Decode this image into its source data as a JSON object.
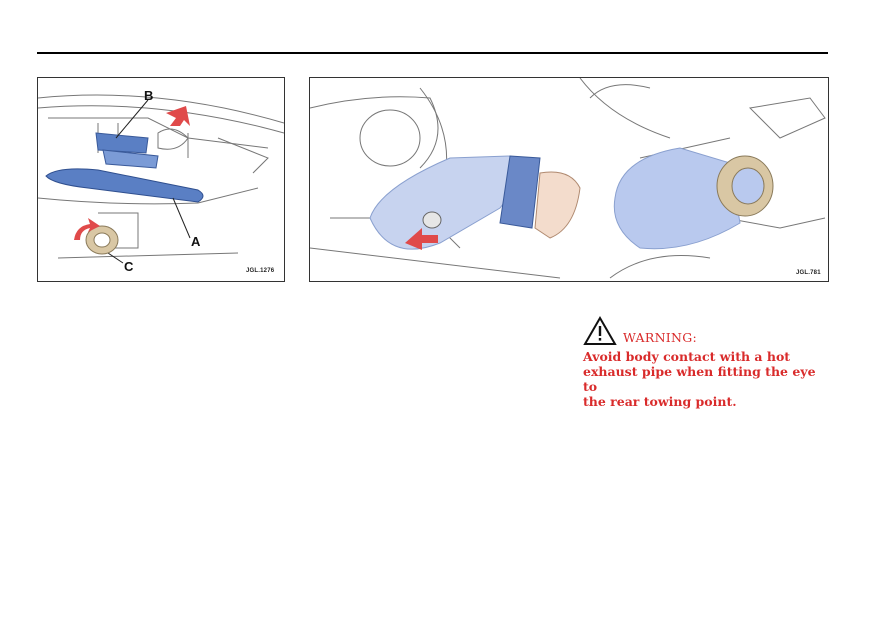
{
  "figure1": {
    "callouts": {
      "a": "A",
      "b": "B",
      "c": "C"
    },
    "code": "JGL.1276"
  },
  "figure2": {
    "code": "JGL.781"
  },
  "warning": {
    "title": "WARNING:",
    "lines": [
      "Avoid body contact with a hot",
      "exhaust pipe when fitting the eye to",
      "the rear towing point."
    ]
  },
  "colors": {
    "warning": "#d92b2b",
    "part_blue": "#5a7fc4",
    "arrow_red": "#e04a4a",
    "ring_beige": "#d9c7a4"
  }
}
